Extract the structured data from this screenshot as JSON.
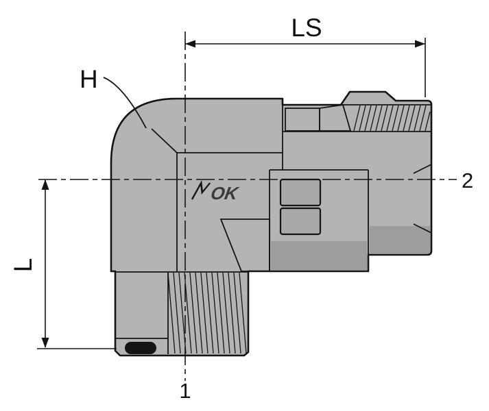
{
  "drawing": {
    "labels": {
      "ls": "LS",
      "h": "H",
      "l": "L"
    },
    "references": {
      "r1": "1",
      "r2": "2"
    },
    "body_marking": "OK",
    "colors": {
      "background": "#ffffff",
      "body_light": "#b4b4b4",
      "body_medium": "#9d9d9d",
      "body_dark": "#8d8d8d",
      "seal_black": "#141414",
      "line": "#141414",
      "text": "#111111"
    }
  }
}
